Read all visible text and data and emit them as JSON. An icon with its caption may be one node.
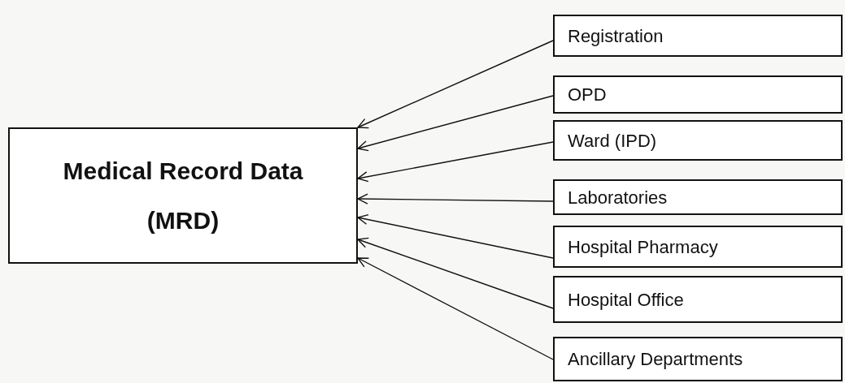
{
  "diagram": {
    "nodes": [
      {
        "text": [
          "Medical Record Data",
          "(MRD)"
        ]
      },
      {
        "text": [
          "Registration"
        ]
      },
      {
        "text": [
          "OPD"
        ]
      },
      {
        "text": [
          "Ward (IPD)"
        ]
      },
      {
        "text": [
          "Laboratories"
        ]
      },
      {
        "text": [
          "Hospital Pharmacy"
        ]
      },
      {
        "text": [
          "Hospital Office"
        ]
      },
      {
        "text": [
          "Ancillary Departments"
        ]
      }
    ],
    "edges": [
      {
        "from": 1,
        "to": 0,
        "arrow": "to"
      },
      {
        "from": 2,
        "to": 0,
        "arrow": "to"
      },
      {
        "from": 3,
        "to": 0,
        "arrow": "to"
      },
      {
        "from": 4,
        "to": 0,
        "arrow": "to"
      },
      {
        "from": 5,
        "to": 0,
        "arrow": "to"
      },
      {
        "from": 6,
        "to": 0,
        "arrow": "to"
      },
      {
        "from": 7,
        "to": 0,
        "arrow": "to"
      }
    ]
  }
}
